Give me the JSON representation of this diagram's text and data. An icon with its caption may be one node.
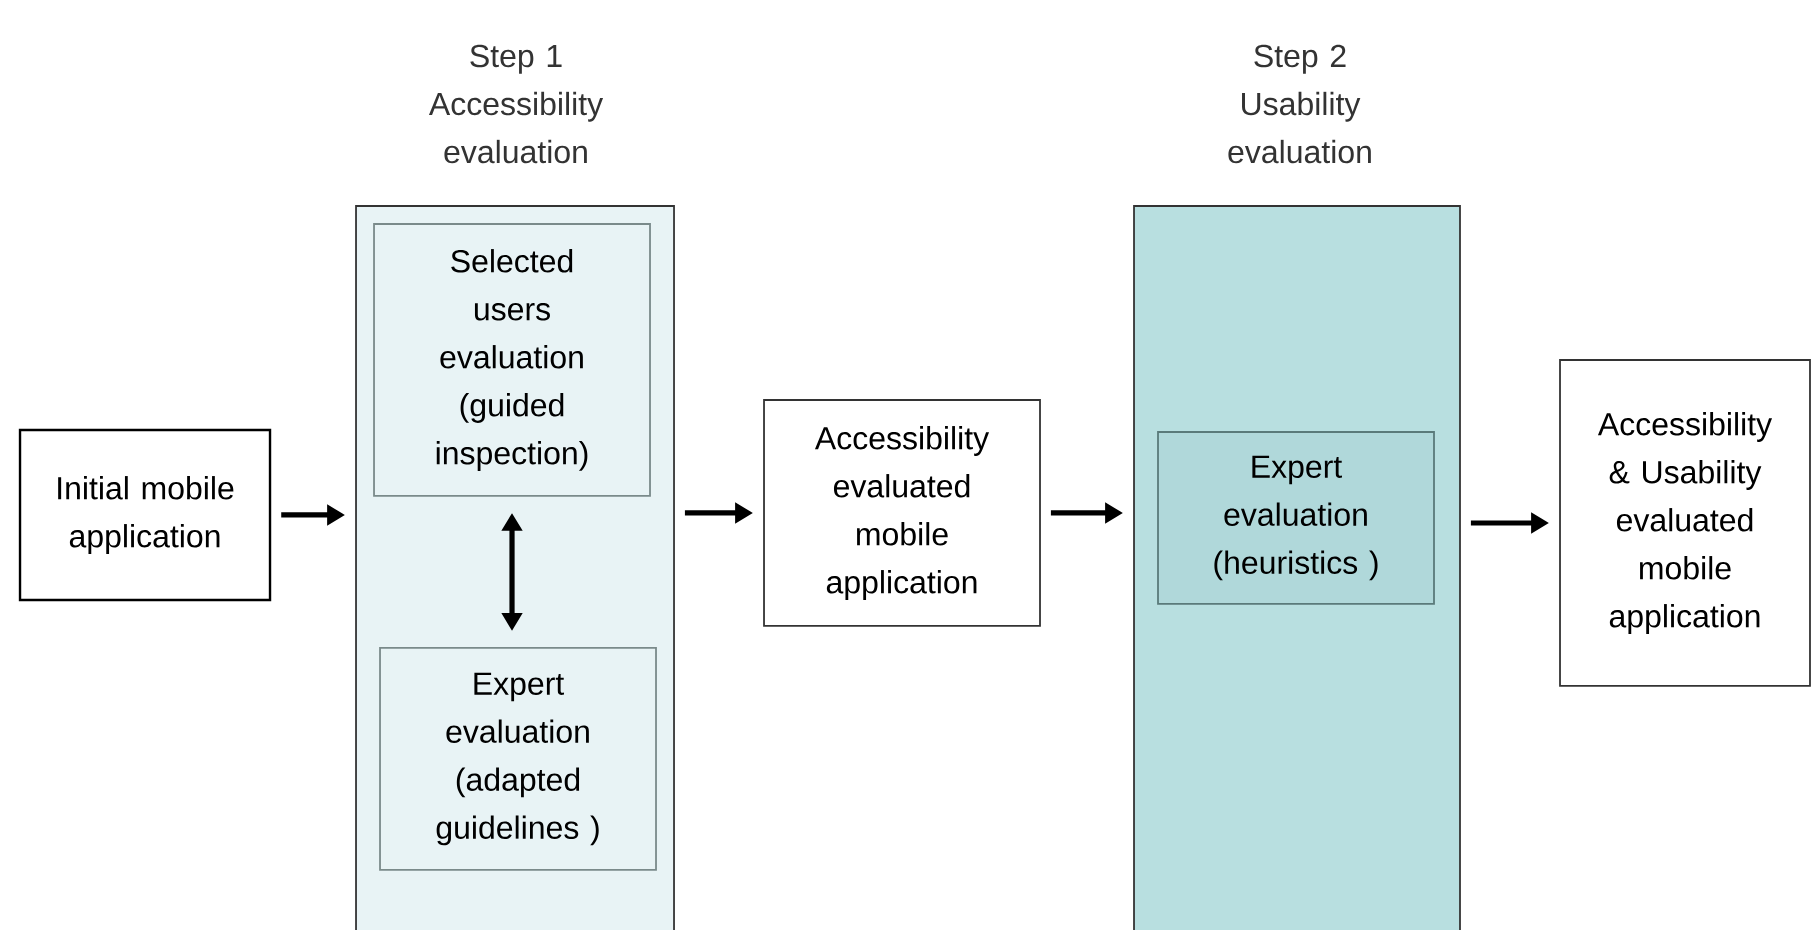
{
  "diagram": {
    "nodes": [
      {
        "text": [
          "Initial mobile application"
        ]
      },
      {
        "text": [
          "Step 1 Accessibility evaluation"
        ]
      },
      {
        "text": [
          "Selected users evaluation (guided inspection)"
        ],
        "in": 1
      },
      {
        "text": [
          "Expert evaluation (adapted guidelines )"
        ],
        "in": 1
      },
      {
        "text": [
          "Accessibility evaluated mobile application"
        ]
      },
      {
        "text": [
          "Step 2 Usability evaluation"
        ]
      },
      {
        "text": [
          "Expert evaluation (heuristics )"
        ],
        "in": 5
      },
      {
        "text": [
          "Accessibility & Usability evaluated mobile application"
        ]
      }
    ],
    "edges": [
      {
        "from": 0,
        "to": 1,
        "arrow": "to"
      },
      {
        "from": 2,
        "to": 3,
        "arrow": "both"
      },
      {
        "from": 1,
        "to": 4,
        "arrow": "to"
      },
      {
        "from": 4,
        "to": 5,
        "arrow": "to"
      },
      {
        "from": 5,
        "to": 7,
        "arrow": "to"
      }
    ]
  }
}
